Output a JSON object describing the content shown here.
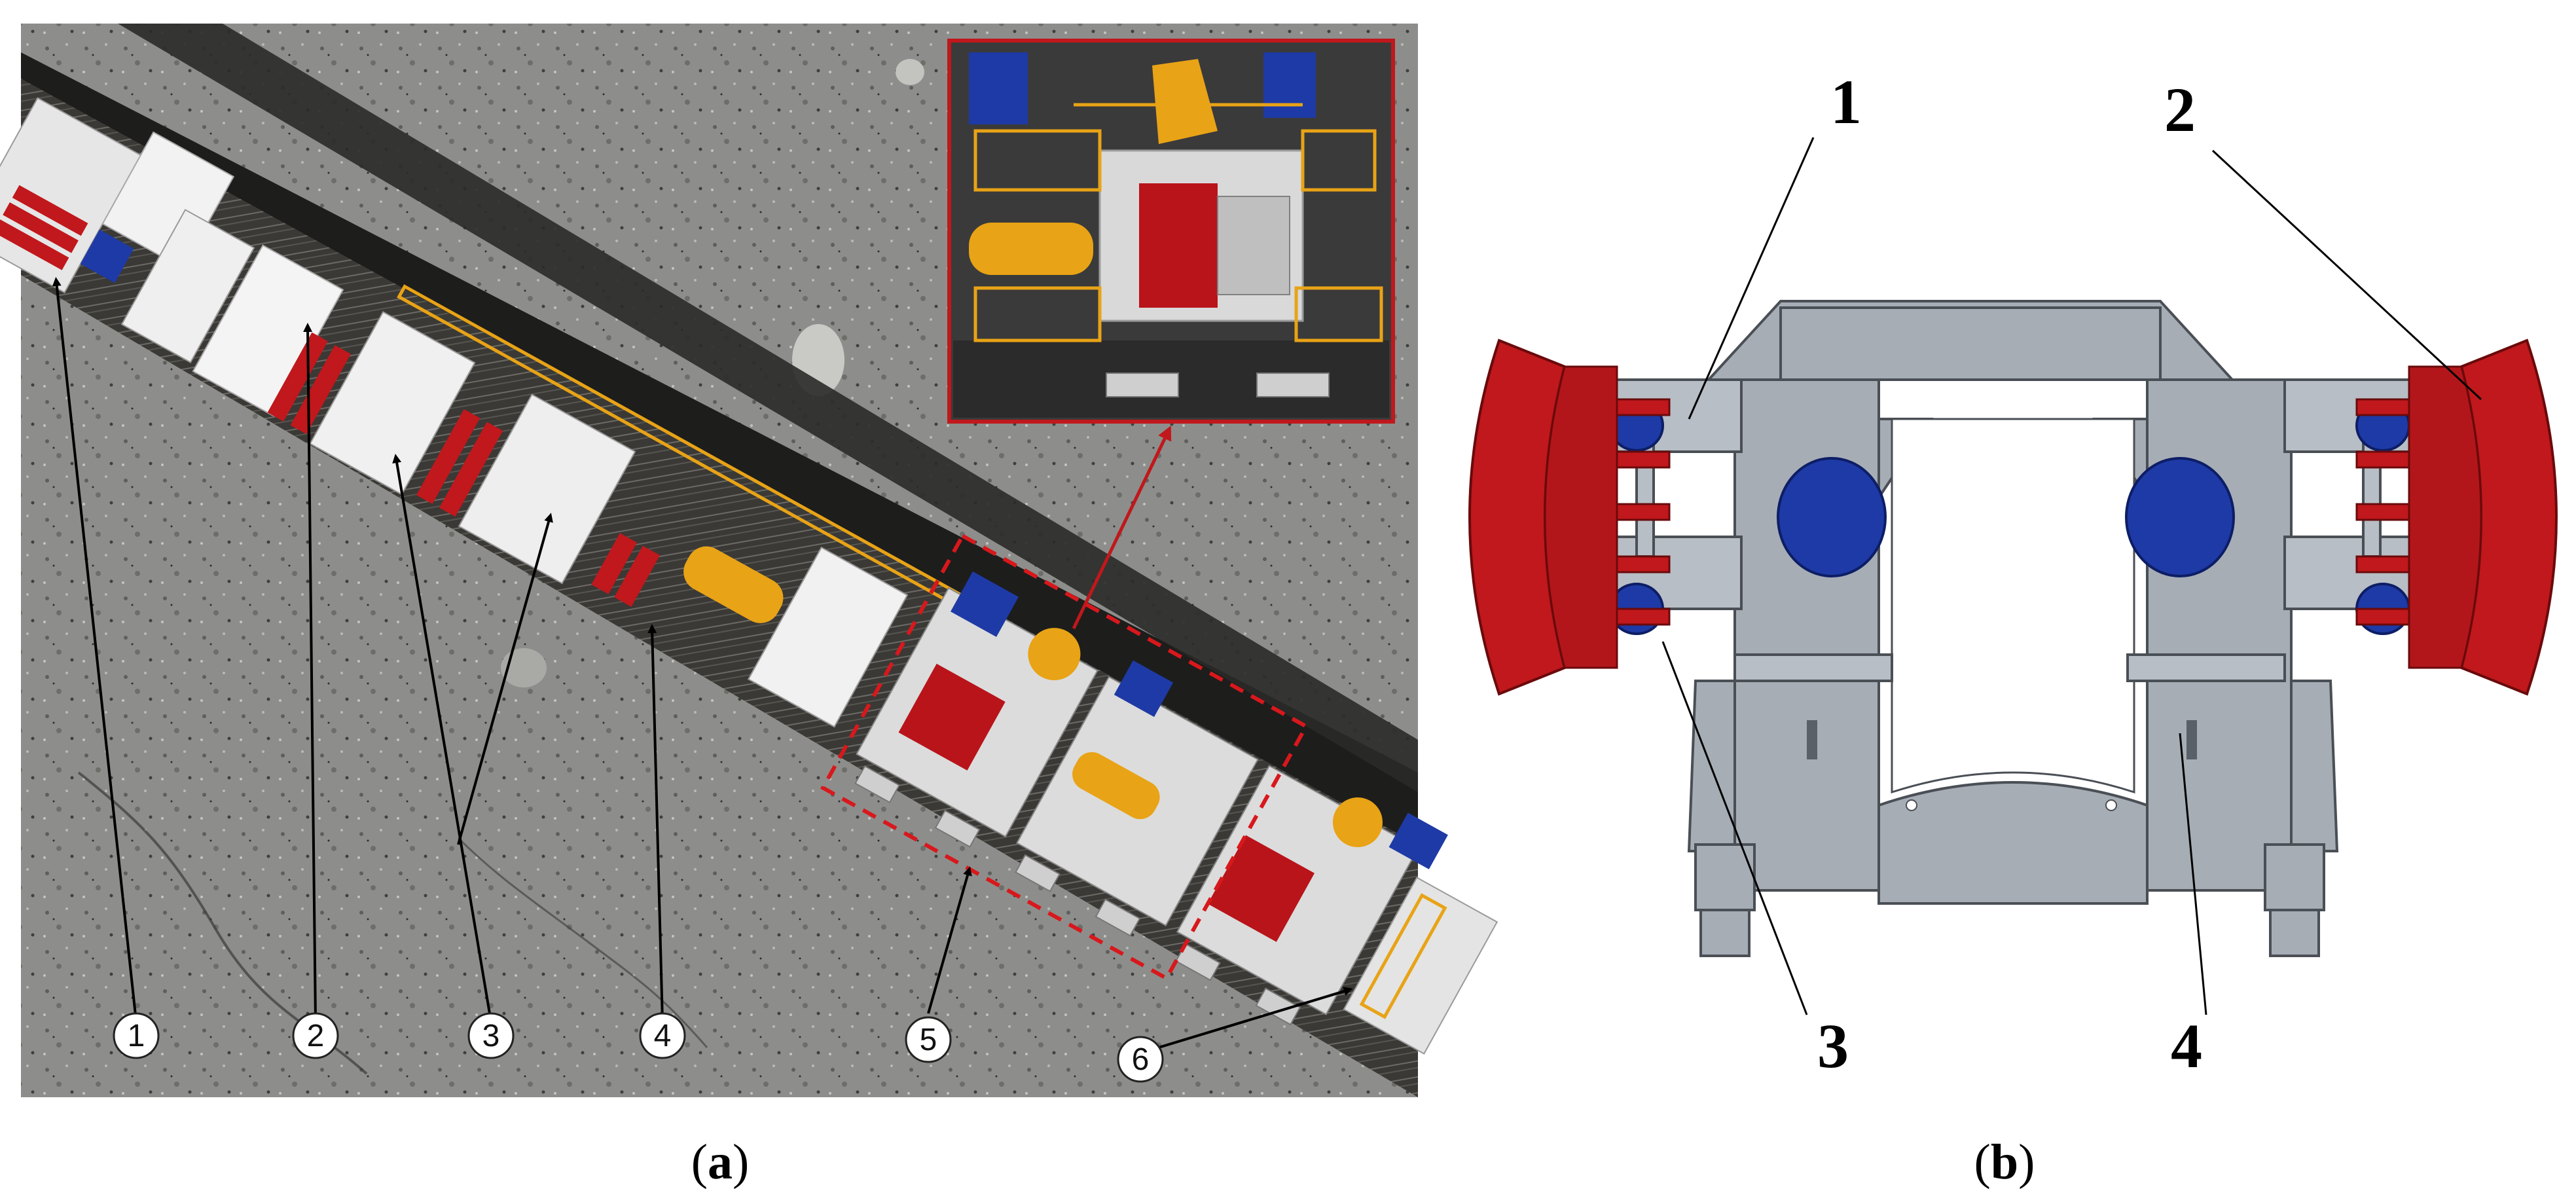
{
  "panel_a": {
    "caption_open": "(",
    "caption_letter": "a",
    "caption_close": ")",
    "callouts": [
      {
        "label": "1"
      },
      {
        "label": "2"
      },
      {
        "label": "3"
      },
      {
        "label": "4"
      },
      {
        "label": "5"
      },
      {
        "label": "6"
      }
    ]
  },
  "panel_b": {
    "caption_open": "(",
    "caption_letter": "b",
    "caption_close": ")",
    "labels": [
      {
        "label": "1"
      },
      {
        "label": "2"
      },
      {
        "label": "3"
      },
      {
        "label": "4"
      }
    ]
  },
  "colors": {
    "machine_red": "#c0181c",
    "machine_blue": "#1e3aa6",
    "machine_yellow": "#e8a316",
    "steel_gray": "#a6adb5",
    "rock_gray": "#8e8f8c",
    "dashed_box": "#d8181c"
  }
}
